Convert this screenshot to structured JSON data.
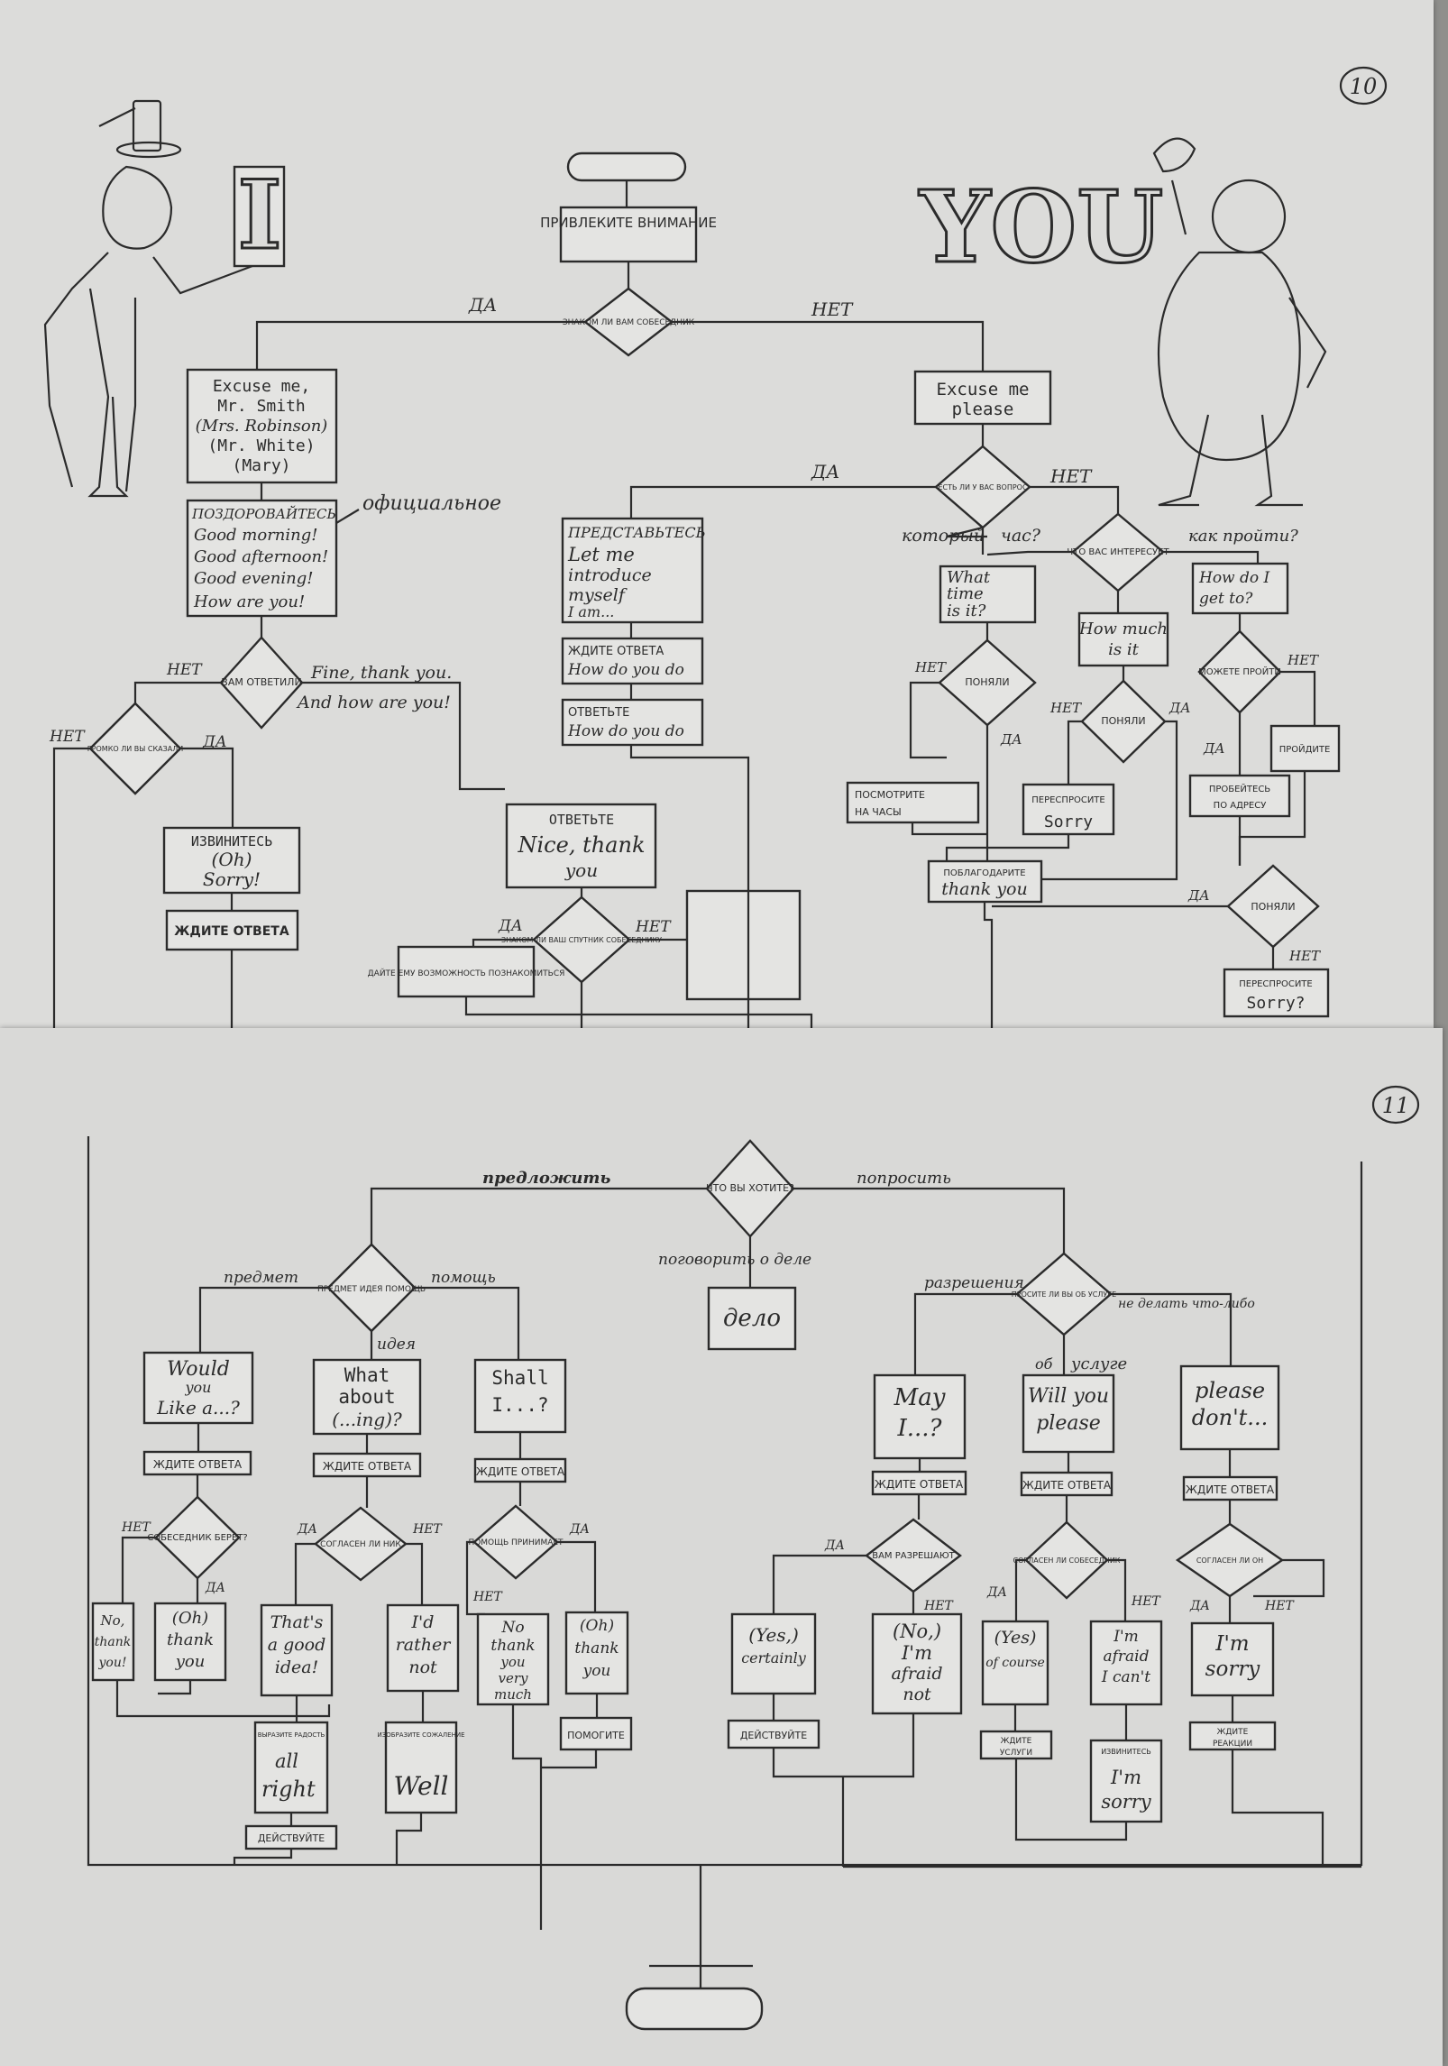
{
  "page1": {
    "page_number": "10",
    "title_i": "I",
    "title_you": "YOU",
    "attract": "ПРИВЛЕКИТЕ ВНИМАНИЕ",
    "q_known": "ЗНАКОМ ЛИ ВАМ СОБЕСЕДНИК",
    "yes": "ДА",
    "no": "НЕТ",
    "excuse_named": [
      "Excuse me,",
      "Mr. Smith",
      "(Mrs. Robinson)",
      "(Mr. White)",
      "(Mary)"
    ],
    "excuse_please": [
      "Excuse me",
      "please"
    ],
    "greet": [
      "ПОЗДОРОВАЙТЕСЬ",
      "Good morning!",
      "Good afternoon!",
      "Good evening!",
      "How are you!"
    ],
    "greet_note": "официальное",
    "q_answered": "ВАМ ОТВЕТИЛИ",
    "fine": [
      "Fine, thank you.",
      "And how are you!"
    ],
    "q_loud": "ГРОМКО ЛИ ВЫ СКАЗАЛИ",
    "sorry": [
      "ИЗВИНИТЕСЬ",
      "(Oh)",
      "Sorry!"
    ],
    "wait_answer": "ЖДИТЕ ОТВЕТА",
    "introduce": [
      "ПРЕДСТАВЬТЕСЬ",
      "Let me",
      "introduce",
      "myself",
      "I am..."
    ],
    "wait2": [
      "ЖДИТЕ ОТВЕТА",
      "How do you do"
    ],
    "answer": [
      "ОТВЕТЬТЕ",
      "How do you do"
    ],
    "answer_nice": [
      "ОТВЕТЬТЕ",
      "Nice, thank",
      "you"
    ],
    "q_acq": "ЗНАКОМ ЛИ ВАШ СПУТНИК СОБЕСЕДНИКУ",
    "give_chance": "ДАЙТЕ ЕМУ ВОЗМОЖНОСТЬ ПОЗНАКОМИТЬСЯ",
    "q_question": "ЕСТЬ ЛИ У ВАС ВОПРОС",
    "which": "который",
    "hour": "час?",
    "how_go": "как пройти?",
    "what_interest": "ЧТО ВАС ИНТЕРЕСУЕТ",
    "what_time": [
      "What",
      "time",
      "is it?"
    ],
    "how_much": [
      "How much",
      "is it"
    ],
    "how_do_i": [
      "How do I",
      "get to?"
    ],
    "understood": "ПОНЯЛИ",
    "look_watch": [
      "ПОСМОТРИТЕ",
      "НА ЧАСЫ"
    ],
    "sorry2": [
      "ПЕРЕСПРОСИТЕ",
      "Sorry"
    ],
    "thank": [
      "ПОБЛАГОДАРИТЕ",
      "thank you"
    ],
    "cross": "ПРОЙДИТЕ",
    "ask_way": [
      "ПРОБЕЙТЕСЬ",
      "ПО АДРЕСУ"
    ],
    "repeat": [
      "ПЕРЕСПРОСИТЕ",
      "Sorry?"
    ],
    "q_passed": "МОЖЕТЕ ПРОЙТИ"
  },
  "page2": {
    "page_number": "11",
    "q_want": "ЧТО ВЫ ХОТИТЕ?",
    "offer": "предложить",
    "ask": "попросить",
    "talk_business": "поговорить о деле",
    "business": "дело",
    "thing": "предмет",
    "help": "помощь",
    "idea": "идея",
    "q_thing": "ПРЕДМЕТ ИДЕЯ ПОМОЩЬ",
    "would": [
      "Would",
      "you",
      "Like a...?"
    ],
    "what_about": [
      "What",
      "about",
      "(...ing)?"
    ],
    "shall": [
      "Shall",
      "I...?"
    ],
    "wait": "ЖДИТЕ ОТВЕТА",
    "q_takes": "СОБЕСЕДНИК БЕРЕТ?",
    "q_agree": "СОГЛАСЕН ЛИ НИК",
    "q_accept": "ПОМОЩЬ ПРИНИМАЕТ",
    "yes": "ДА",
    "no": "НЕТ",
    "no_thank": [
      "No,",
      "thank",
      "you!"
    ],
    "oh_thank": [
      "(Oh)",
      "thank",
      "you"
    ],
    "good_idea": [
      "That's",
      "a good",
      "idea!"
    ],
    "rather_not": [
      "I'd",
      "rather",
      "not"
    ],
    "no_thank_very": [
      "No",
      "thank",
      "you",
      "very",
      "much"
    ],
    "oh_thank2": [
      "(Oh)",
      "thank",
      "you"
    ],
    "all_right": [
      "ВЫРАЗИТЕ РАДОСТЬ",
      "all",
      "right"
    ],
    "well": [
      "ИЗОБРАЗИТЕ СОЖАЛЕНИЕ",
      "Well"
    ],
    "help_act": "ПОМОГИТЕ",
    "act": "ДЕЙСТВУЙТЕ",
    "permission": "разрешения",
    "service": "услуге",
    "not_do": "не делать что-либо",
    "q_ask": "ПРОСИТЕ ЛИ ВЫ ОБ УСЛУГЕ",
    "about": "об",
    "may": [
      "May",
      "I...?"
    ],
    "will": [
      "Will you",
      "please"
    ],
    "please_dont": [
      "please",
      "don't..."
    ],
    "q_allowed": "ВАМ РАЗРЕШАЮТ",
    "q_agree2": "СОГЛАСЕН ЛИ СОБЕСЕДНИК",
    "q_agree3": "СОГЛАСЕН ЛИ ОН",
    "certainly": [
      "(Yes,)",
      "certainly"
    ],
    "afraid_not": [
      "(No,)",
      "I'm",
      "afraid",
      "not"
    ],
    "of_course": [
      "(Yes)",
      "of course"
    ],
    "cant": [
      "I'm",
      "afraid",
      "I can't"
    ],
    "im_sorry": [
      "I'm",
      "sorry"
    ],
    "im_sorry2": [
      "ИЗВИНИТЕСЬ",
      "I'm",
      "sorry"
    ],
    "act2": "ДЕЙСТВУЙТЕ",
    "wait_service": [
      "ЖДИТЕ",
      "УСЛУГИ"
    ],
    "wait_reaction": [
      "ЖДИТЕ",
      "РЕАКЦИИ"
    ]
  }
}
